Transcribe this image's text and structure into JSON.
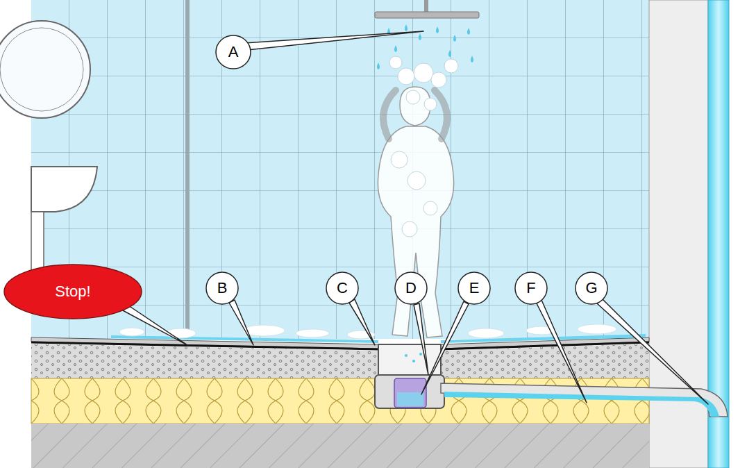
{
  "diagram": {
    "nodes": [
      {
        "text": [
          "A"
        ]
      },
      {
        "text": [
          "Stop!"
        ]
      },
      {
        "text": [
          "B"
        ]
      },
      {
        "text": [
          "C"
        ]
      },
      {
        "text": [
          "D"
        ]
      },
      {
        "text": [
          "E"
        ]
      },
      {
        "text": [
          "F"
        ]
      },
      {
        "text": [
          "G"
        ]
      }
    ]
  }
}
